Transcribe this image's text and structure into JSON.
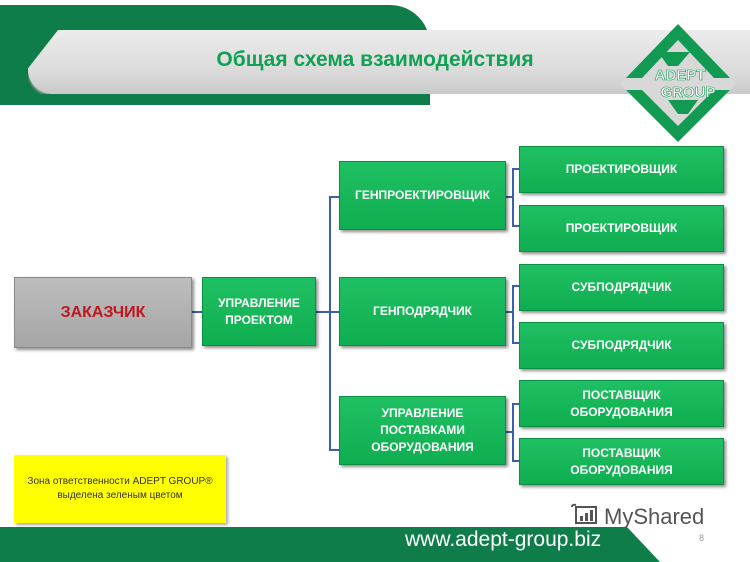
{
  "header": {
    "title": "Общая схема взаимодействия"
  },
  "logo": {
    "line1": "ADEPT",
    "line2": "GROUP",
    "color": "#129a52"
  },
  "diagram": {
    "client": "ЗАКАЗЧИК",
    "project_management": "УПРАВЛЕНИЕ\nПРОЕКТОМ",
    "branches": [
      {
        "label": "ГЕНПРОЕКТИРОВЩИК",
        "children": [
          "ПРОЕКТИРОВЩИК",
          "ПРОЕКТИРОВЩИК"
        ]
      },
      {
        "label": "ГЕНПОДРЯДЧИК",
        "children": [
          "СУБПОДРЯДЧИК",
          "СУБПОДРЯДЧИК"
        ]
      },
      {
        "label": "УПРАВЛЕНИЕ\nПОСТАВКАМИ\nОБОРУДОВАНИЯ",
        "children": [
          "ПОСТАВЩИК\nОБОРУДОВАНИЯ",
          "ПОСТАВЩИК\nОБОРУДОВАНИЯ"
        ]
      }
    ]
  },
  "note": {
    "text": "Зона ответственности ADEPT GROUP®\nвыделена зеленым цветом"
  },
  "footer": {
    "url": "www.adept-group.biz",
    "page_number": "8",
    "watermark": "MyShared"
  },
  "colors": {
    "green": "#12b356",
    "dark_green": "#0f7d4a",
    "connector": "#3b5fa8",
    "client_text": "#c0161e",
    "note_bg": "#ffff00"
  }
}
